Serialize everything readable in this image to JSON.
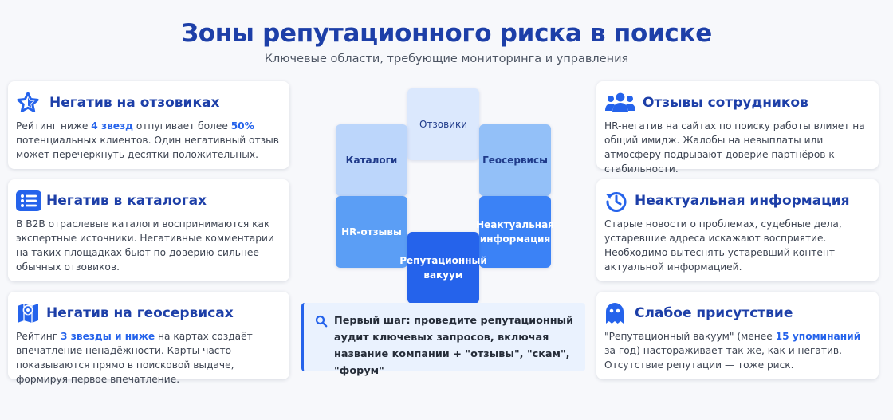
{
  "header": {
    "title": "Зоны репутационного риска в поиске",
    "subtitle": "Ключевые области, требующие мониторинга и управления"
  },
  "colors": {
    "accent": "#2563eb",
    "title": "#1d3fa8",
    "background": "#f7f8fb"
  },
  "cards": {
    "reviews": {
      "icon": "star-icon",
      "title": "Негатив на отзовиках",
      "body": {
        "t1": "Рейтинг ниже ",
        "h1": "4 звезд",
        "t2": " отпугивает более ",
        "h2": "50%",
        "t3": " потенциальных клиентов. Один негативный отзыв может перечеркнуть десятки положительных."
      }
    },
    "catalogs": {
      "icon": "list-icon",
      "title": "Негатив в каталогах",
      "body": "В B2B отраслевые каталоги воспринимаются как экспертные источники. Негативные комментарии на таких площадках бьют по доверию сильнее обычных отзовиков."
    },
    "geo": {
      "icon": "map-icon",
      "title": "Негатив на геосервисах",
      "body": {
        "t1": "Рейтинг ",
        "h1": "3 звезды и ниже",
        "t2": " на картах создаёт впечатление ненадёжности. Карты часто показываются прямо в поисковой выдаче, формируя первое впечатление."
      }
    },
    "employees": {
      "icon": "users-icon",
      "title": "Отзывы сотрудников",
      "body": "HR-негатив на сайтах по поиску работы влияет на общий имидж. Жалобы на невыплаты или атмосферу подрывают доверие партнёров к стабильности."
    },
    "outdated": {
      "icon": "history-icon",
      "title": "Неактуальная информация",
      "body": "Старые новости о проблемах, судебные дела, устаревшие адреса искажают восприятие. Необходимо вытеснять устаревший контент актуальной информацией."
    },
    "weak": {
      "icon": "ghost-icon",
      "title": "Слабое присутствие",
      "body": {
        "t1": "\"Репутационный вакуум\" (менее ",
        "h1": "15 упоминаний",
        "t2": " за год) настораживает так же, как и негатив. Отсутствие репутации — тоже риск."
      }
    }
  },
  "tiles": {
    "reviews": "Отзовики",
    "catalogs": "Каталоги",
    "geo": "Геосервисы",
    "hr": "HR-отзывы",
    "outdated_1": "Неактуальная",
    "outdated_2": "информация",
    "vacuum_1": "Репутационный",
    "vacuum_2": "вакуум"
  },
  "tip": {
    "icon": "search-icon",
    "text": "Первый шаг: проведите репутационный аудит ключевых запросов, включая название компании + \"отзывы\", \"скам\", \"форум\""
  }
}
